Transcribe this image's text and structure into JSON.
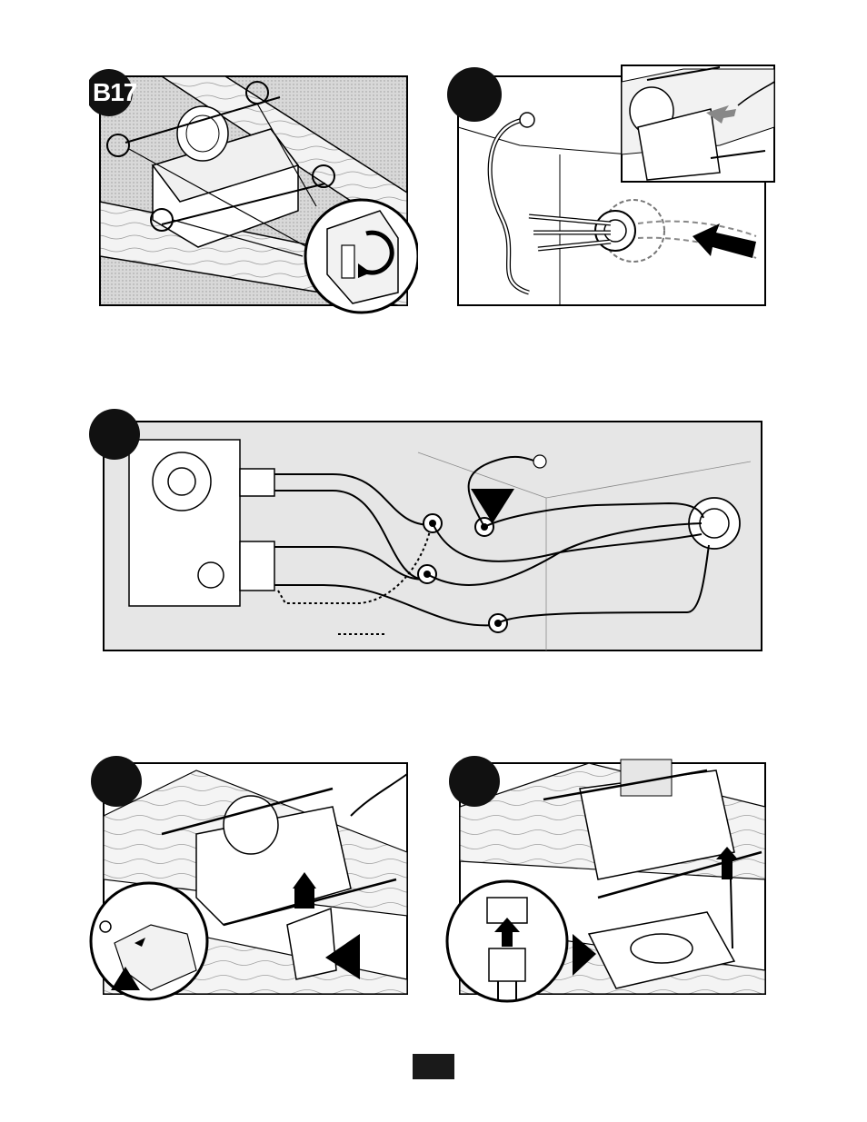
{
  "page": {
    "panels": [
      {
        "id": "panel-1",
        "step_label": "B17",
        "icon": "fan-housing-mounting-bracket"
      },
      {
        "id": "panel-2",
        "step_label": "",
        "icon": "cable-through-connector"
      },
      {
        "id": "panel-3",
        "step_label": "",
        "icon": "wiring-diagram"
      },
      {
        "id": "panel-4",
        "step_label": "",
        "icon": "install-wiring-box"
      },
      {
        "id": "panel-5",
        "step_label": "",
        "icon": "install-plug-and-grille-housing"
      }
    ]
  }
}
